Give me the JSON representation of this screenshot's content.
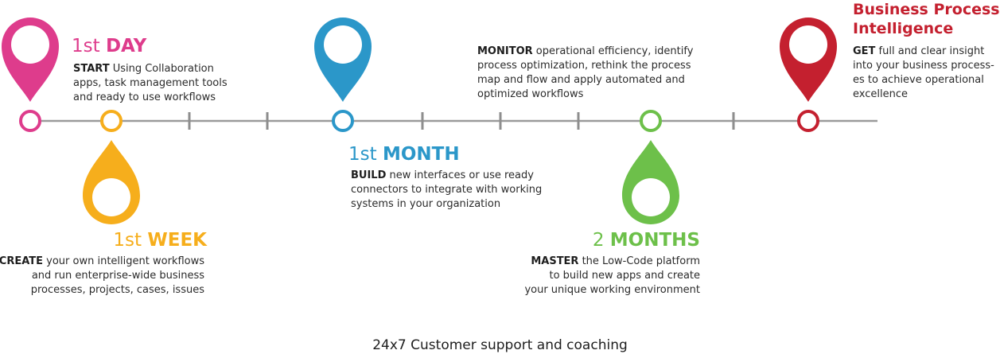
{
  "stages": [
    {
      "id": "day",
      "title_prefix": "1st",
      "title_strong": "DAY",
      "lead": "START",
      "lines": [
        " Using Collaboration",
        "apps, task management tools",
        "and ready to use workflows"
      ],
      "color": "#de3c8c"
    },
    {
      "id": "week",
      "title_prefix": "1st",
      "title_strong": "WEEK",
      "lead": "CREATE",
      "lines": [
        " your own intelligent workflows",
        "and run enterprise-wide business",
        "processes, projects, cases, issues"
      ],
      "color": "#f6ae1c"
    },
    {
      "id": "month",
      "title_prefix": "1st",
      "title_strong": "MONTH",
      "lead": "BUILD",
      "lines": [
        " new interfaces or use ready",
        "connectors to integrate with working",
        "systems in your organization"
      ],
      "color": "#2b97c9"
    },
    {
      "id": "monitor",
      "lead": "MONITOR",
      "lines": [
        " operational efficiency, identify",
        "process optimization, rethink the process",
        "map and flow and apply automated and",
        "optimized workflows"
      ]
    },
    {
      "id": "months",
      "title_prefix": "2",
      "title_strong": "MONTHS",
      "lead": "MASTER",
      "lines": [
        " the Low-Code platform",
        "to build new apps and create",
        "your unique working environment"
      ],
      "color": "#6dc04a"
    },
    {
      "id": "bpi",
      "title_line1": "Business Process",
      "title_line2": "Intelligence",
      "lead": "GET",
      "lines": [
        " full and clear insight",
        "into your business process-",
        "es to achieve operational",
        "excellence"
      ],
      "color": "#c4202f"
    }
  ],
  "footer": "24x7 Customer support and coaching",
  "colors": {
    "line": "#9a9a9a",
    "pin_inner": "#ffffff"
  }
}
